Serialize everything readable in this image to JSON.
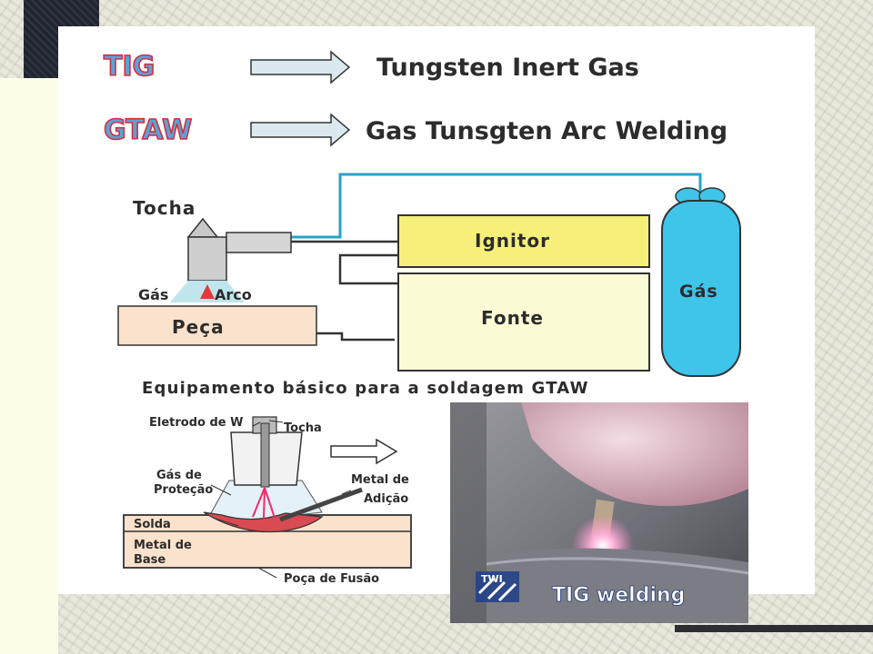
{
  "acronyms": {
    "tig": {
      "label": "TIG",
      "expansion": "Tungsten Inert Gas"
    },
    "gtaw": {
      "label": "GTAW",
      "expansion": "Gas Tunsgten Arc Welding"
    }
  },
  "equipment_diagram": {
    "torch_label": "Tocha",
    "gas_label": "Gás",
    "arc_label": "Arco",
    "workpiece_label": "Peça",
    "ignitor_label": "Ignitor",
    "power_source_label": "Fonte",
    "cylinder_label": "Gás",
    "caption": "Equipamento básico para a soldagem GTAW"
  },
  "process_diagram": {
    "electrode_label": "Eletrodo de W",
    "torch_label": "Tocha",
    "shielding_gas_label_1": "Gás de",
    "shielding_gas_label_2": "Proteção",
    "filler_metal_label_1": "Metal de",
    "filler_metal_label_2": "Adição",
    "weld_label": "Solda",
    "base_metal_label_1": "Metal de",
    "base_metal_label_2": "Base",
    "weld_pool_label": "Poça de Fusão"
  },
  "photo": {
    "logo_text": "TWI",
    "caption": "TIG welding"
  },
  "colors": {
    "ignitor_fill": "#f6f07a",
    "source_fill": "#fbfbd6",
    "cylinder_fill": "#3fc4ea",
    "workpiece_fill": "#fbe2cc",
    "hose_color": "#29a3c4",
    "arrow_fill": "#dbe9ef"
  }
}
